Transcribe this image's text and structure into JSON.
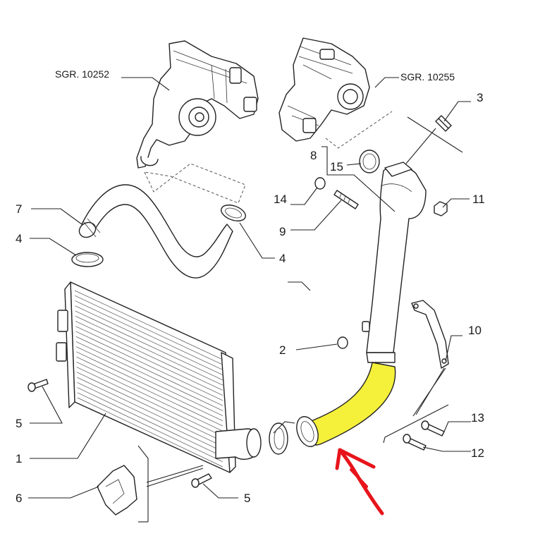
{
  "references": {
    "left": "SGR. 10252",
    "right": "SGR. 10255"
  },
  "callouts": {
    "c1": "1",
    "c2": "2",
    "c3": "3",
    "c4a": "4",
    "c4b": "4",
    "c5a": "5",
    "c5b": "5",
    "c6": "6",
    "c7": "7",
    "c8": "8",
    "c9": "9",
    "c10": "10",
    "c11": "11",
    "c12": "12",
    "c13": "13",
    "c14": "14",
    "c15": "15"
  },
  "colors": {
    "highlight": "#f5f03a",
    "arrow": "#e8141b",
    "line": "#222222"
  },
  "highlighted_part": "lower intercooler outlet hose"
}
